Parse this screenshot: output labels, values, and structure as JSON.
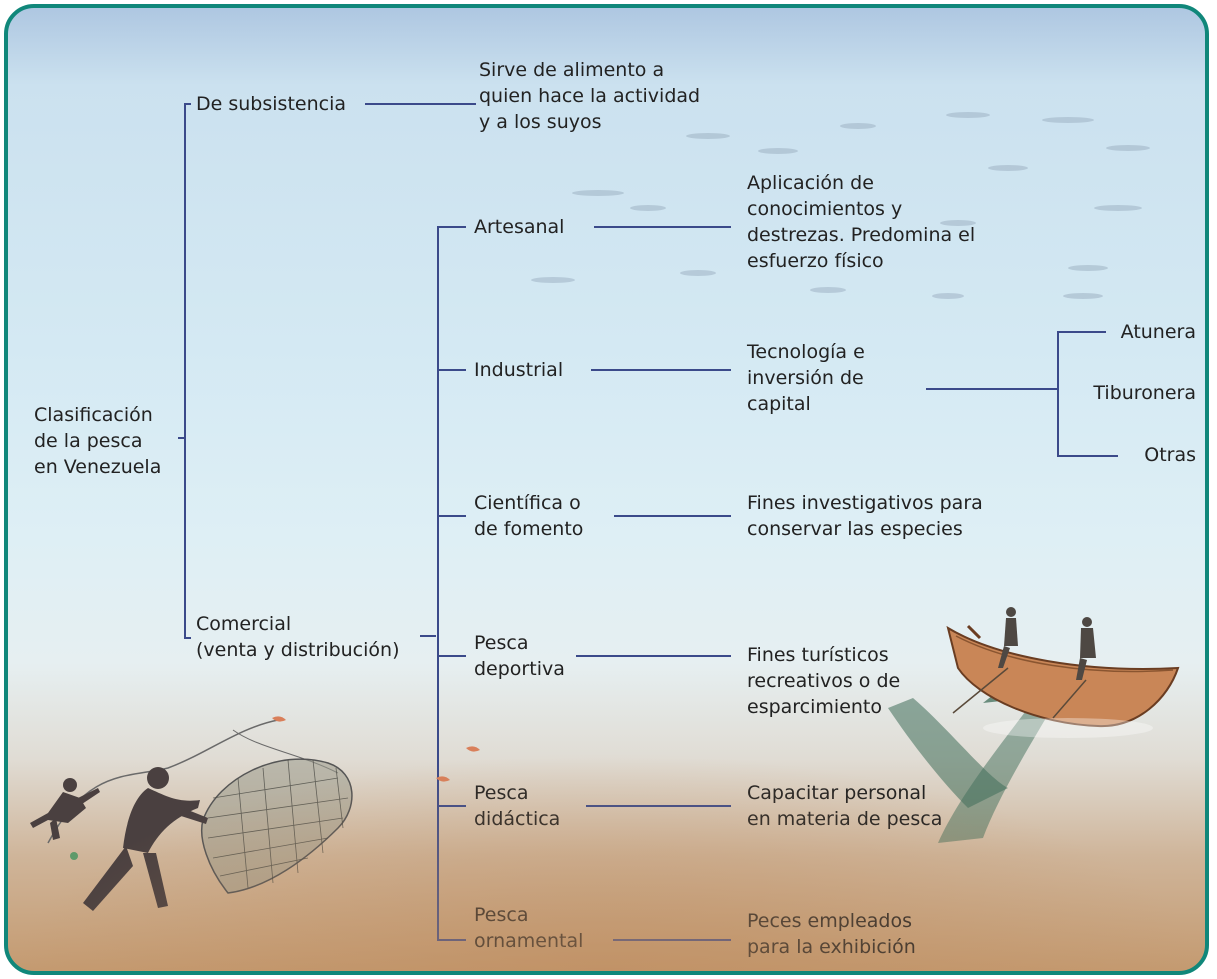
{
  "colors": {
    "border": "#10877a",
    "connector": "#3b4a8a",
    "text": "#222222"
  },
  "root": {
    "label": "Clasificación\nde la pesca\nen Venezuela"
  },
  "subsistencia": {
    "label": "De subsistencia",
    "description": "Sirve de alimento a\nquien hace la actividad\ny a los suyos"
  },
  "comercial": {
    "label": "Comercial\n(venta y distribución)",
    "types": [
      {
        "label": "Artesanal",
        "description": "Aplicación de\nconocimientos y\ndestrezas. Predomina el\nesfuerzo físico"
      },
      {
        "label": "Industrial",
        "description": "Tecnología e\ninversión de\ncapital"
      },
      {
        "label": "Científica o\nde fomento",
        "description": "Fines investigativos para\nconservar las especies"
      },
      {
        "label": "Pesca\ndeportiva",
        "description": "Fines turísticos\n recreativos o de\nesparcimiento"
      },
      {
        "label": "Pesca\ndidáctica",
        "description": "Capacitar personal\nen materia de pesca"
      },
      {
        "label": "Pesca\nornamental",
        "description": "Peces empleados\npara la exhibición"
      }
    ]
  },
  "industrial_subtypes": [
    "Atunera",
    "Tiburonera",
    "Otras"
  ],
  "illustrations": {
    "left": "fishermen-casting-net",
    "right": "fishermen-in-boat"
  }
}
